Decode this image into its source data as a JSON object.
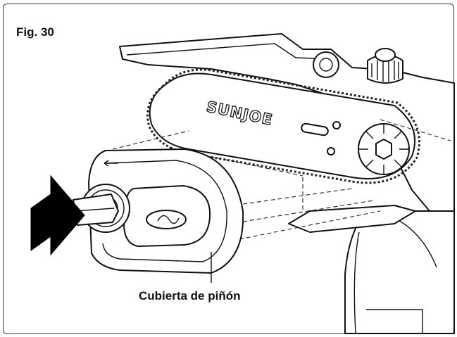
{
  "figure": {
    "label": "Fig. 30",
    "callout": "Cubierta de piñón",
    "brand_text": "SUNJOE"
  },
  "icons": {
    "push_arrow": "push-arrow-icon",
    "direction_arrow": "left-arrow-icon",
    "logo": "sunjoe-s-logo-icon"
  },
  "colors": {
    "line": "#111111",
    "background": "#ffffff",
    "arrow_fill": "#000000"
  }
}
